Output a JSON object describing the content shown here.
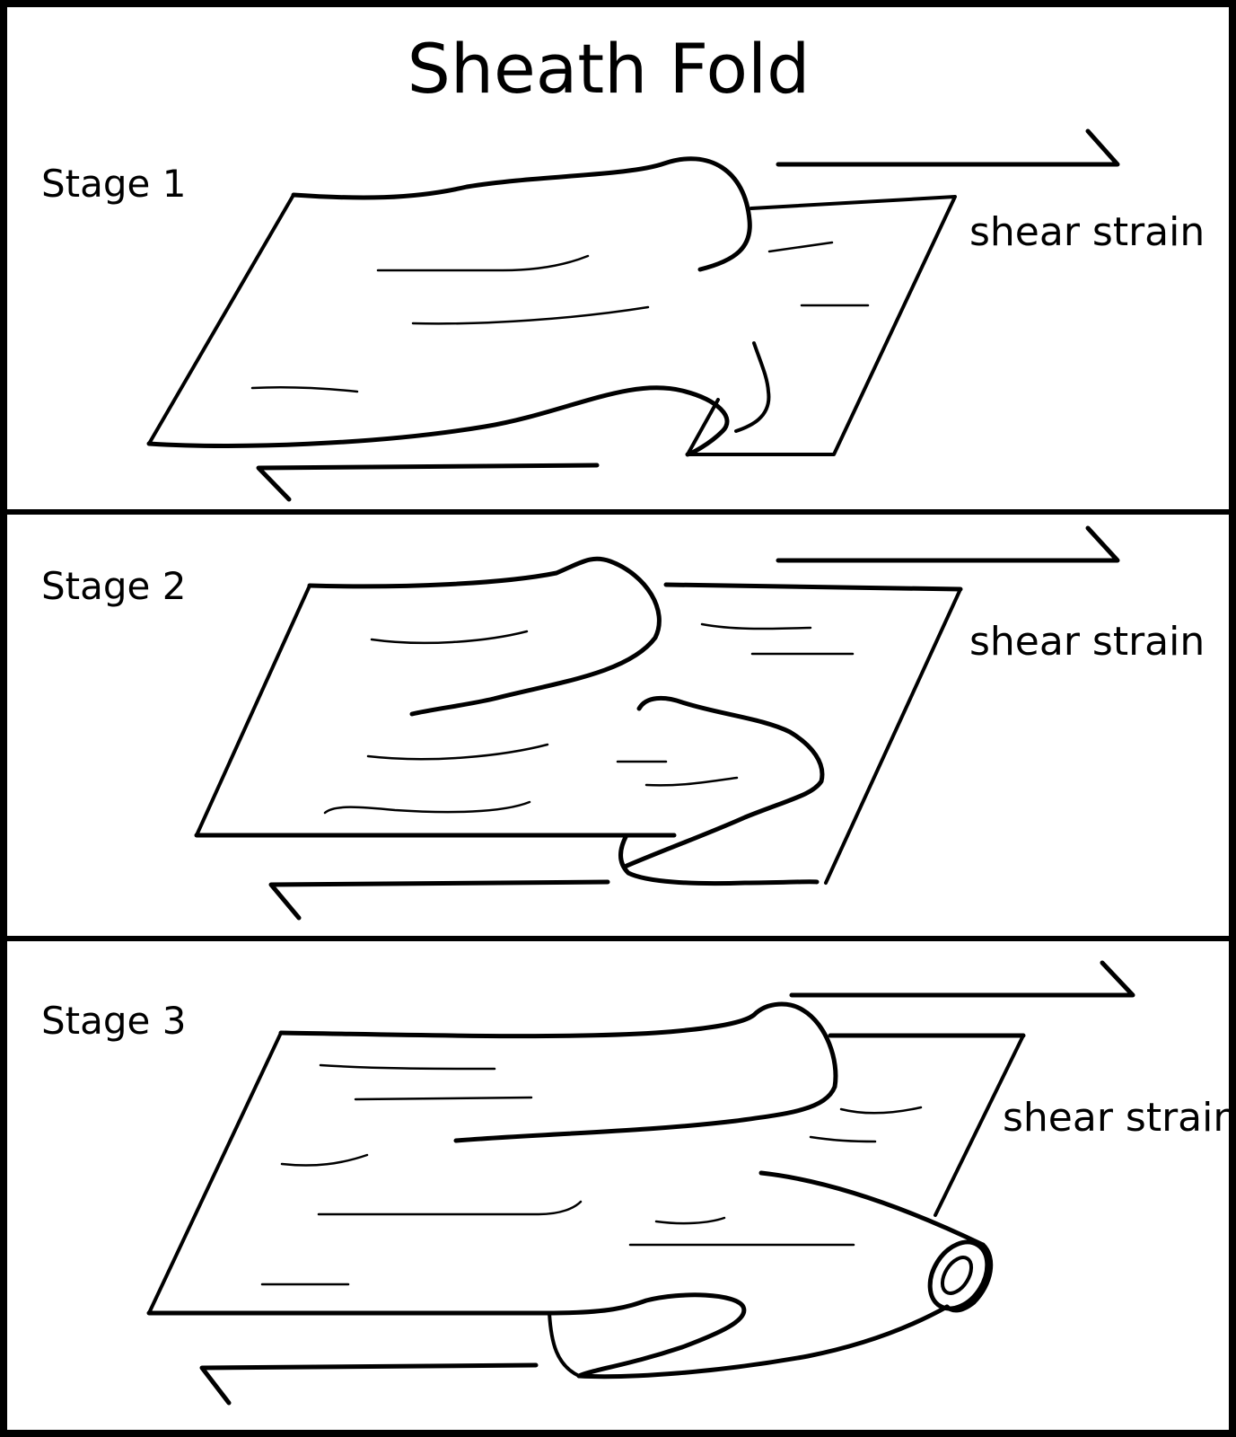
{
  "title": "Sheath Fold",
  "colors": {
    "line": "#000000",
    "background": "#ffffff"
  },
  "panels": [
    {
      "label": "Stage 1",
      "annotation": "shear strain"
    },
    {
      "label": "Stage 2",
      "annotation": "shear strain"
    },
    {
      "label": "Stage 3",
      "annotation": "shear strain"
    }
  ],
  "icons": {
    "top_arrow": "half-arrow-right-icon",
    "bottom_arrow": "half-arrow-left-icon"
  }
}
